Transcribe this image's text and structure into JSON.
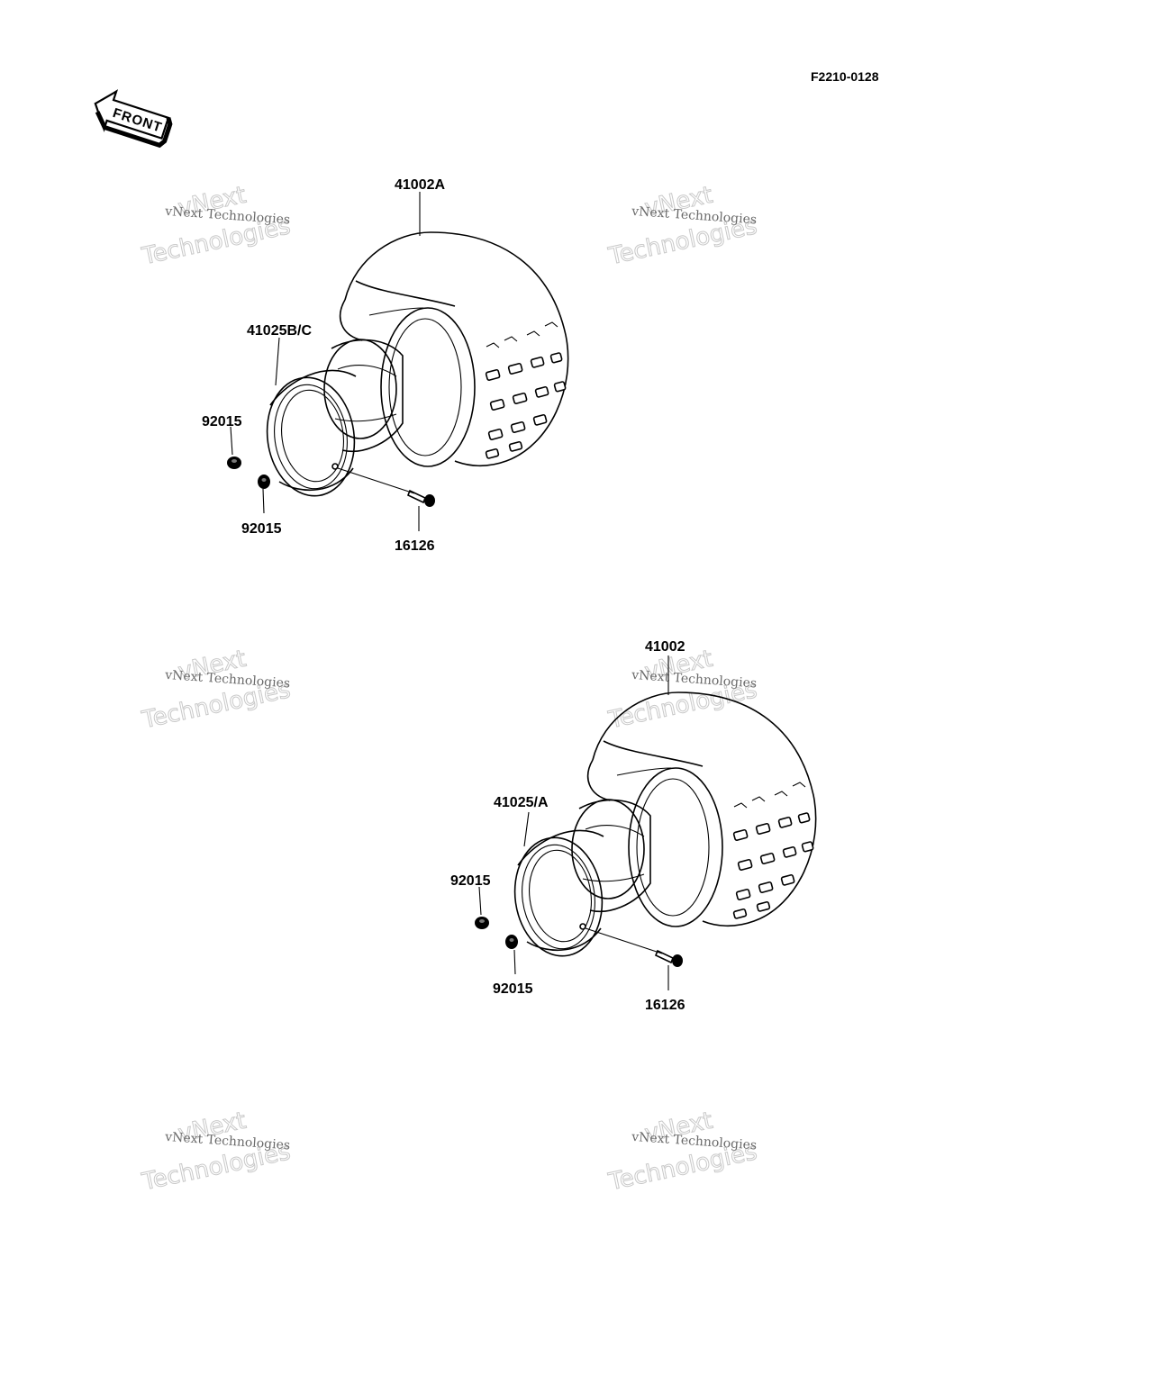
{
  "diagram_id": "F2210-0128",
  "front_arrow": {
    "label": "FRONT"
  },
  "watermark": {
    "big_line1": "vNext",
    "big_line2": "Technologies",
    "small": "vNext Technologies"
  },
  "assemblies": [
    {
      "tire": "41002A",
      "wheel": "41025B/C",
      "nut_left": "92015",
      "nut_right": "92015",
      "valve": "16126"
    },
    {
      "tire": "41002",
      "wheel": "41025/A",
      "nut_left": "92015",
      "nut_right": "92015",
      "valve": "16126"
    }
  ]
}
